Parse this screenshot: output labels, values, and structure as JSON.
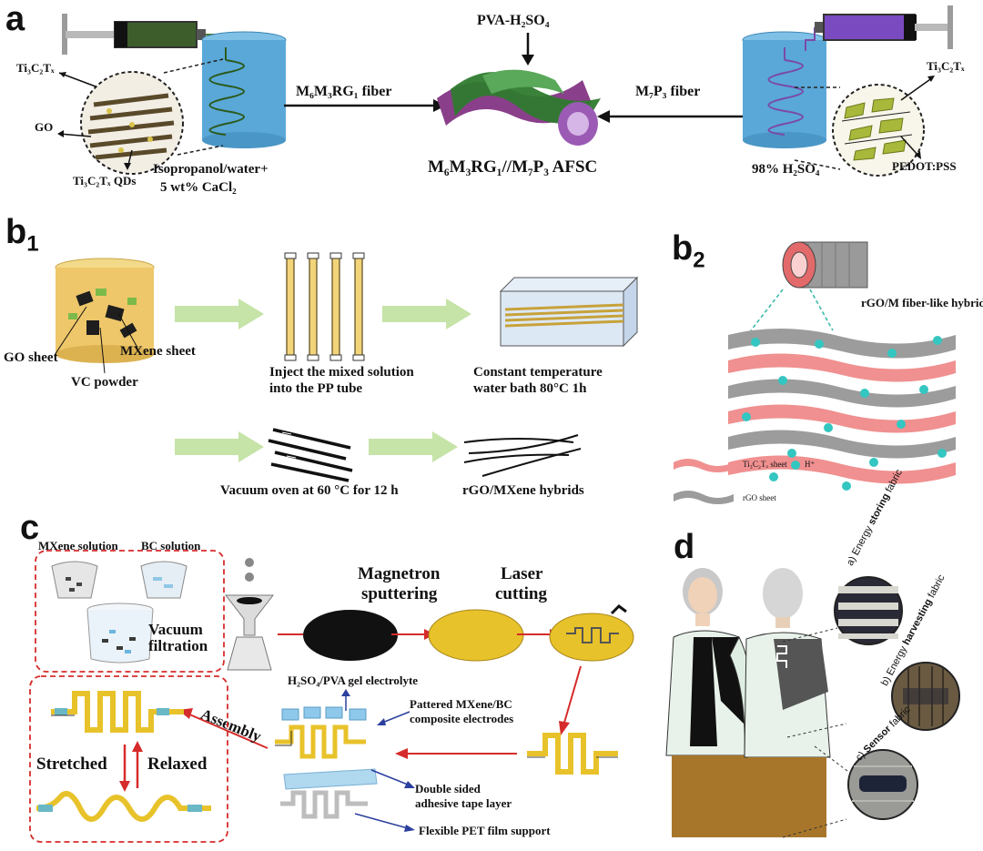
{
  "panels": {
    "a": {
      "label": "a",
      "left_inset": {
        "ti3c2tx": "Ti₃C₂Tₓ",
        "go": "GO",
        "qds": "Ti₃C₂Tₓ QDs"
      },
      "left_bath": {
        "line1": "Isopropanol/water+",
        "line2": "5 wt% CaCl₂"
      },
      "left_fiber": "M₆M₃RG₁ fiber",
      "electrolyte": "PVA-H₂SO₄",
      "device": "M₆M₃RG₁//M₇P₃ AFSC",
      "right_fiber": "M₇P₃ fiber",
      "right_bath": "98% H₂SO₄",
      "right_inset": {
        "ti3c2tx": "Ti₃C₂Tₓ",
        "pedot": "PEDOT:PSS"
      }
    },
    "b1": {
      "label": "b",
      "sub": "1",
      "go_sheet": "GO sheet",
      "mxene_sheet": "MXene sheet",
      "vc_powder": "VC powder",
      "inject": {
        "line1": "Inject the mixed solution",
        "line2": "into the PP tube"
      },
      "water_bath": {
        "line1": "Constant temperature",
        "line2": "water bath 80°C 1h"
      },
      "vacuum_oven": "Vacuum oven at 60 °C for 12 h",
      "hybrids": "rGO/MXene hybrids"
    },
    "b2": {
      "label": "b",
      "sub": "2",
      "fiber_hybrids": "rGO/M fiber-like hybrids",
      "ti_sheet": "Ti₃C₂Tₓ sheet",
      "h_plus": "H⁺",
      "rgo_sheet": "rGO sheet"
    },
    "c": {
      "label": "c",
      "mxene_solution": "MXene solution",
      "bc_solution": "BC solution",
      "vacuum_filtration": {
        "line1": "Vacuum",
        "line2": "filtration"
      },
      "magnetron": {
        "line1": "Magnetron",
        "line2": "sputtering"
      },
      "laser": {
        "line1": "Laser",
        "line2": "cutting"
      },
      "gel_electrolyte": "H₂SO₄/PVA gel electrolyte",
      "electrodes": {
        "line1": "Pattered MXene/BC",
        "line2": "composite electrodes"
      },
      "assembly": "Assembly",
      "stretched": "Stretched",
      "relaxed": "Relaxed",
      "tape": {
        "line1": "Double sided",
        "line2": "adhesive tape layer"
      },
      "pet": "Flexible PET film support"
    },
    "d": {
      "label": "d",
      "storing": {
        "pre": "a) Energy ",
        "bold": "storing",
        "post": " fabric"
      },
      "harvesting": {
        "pre": "b) Energy ",
        "bold": "harvesting",
        "post": " fabric"
      },
      "sensor": {
        "pre": "c) ",
        "bold": "Sensor",
        "post": " fabric"
      }
    }
  },
  "colors": {
    "arrow_green": "#c6e3a8",
    "arrow_red": "#d62b2b",
    "arrow_blue": "#2b3f9e",
    "bath_blue": "#5aa8d8",
    "gold": "#e8c22a",
    "pink_sheet": "#f08a8a",
    "cyan_ion": "#34c6c0"
  }
}
